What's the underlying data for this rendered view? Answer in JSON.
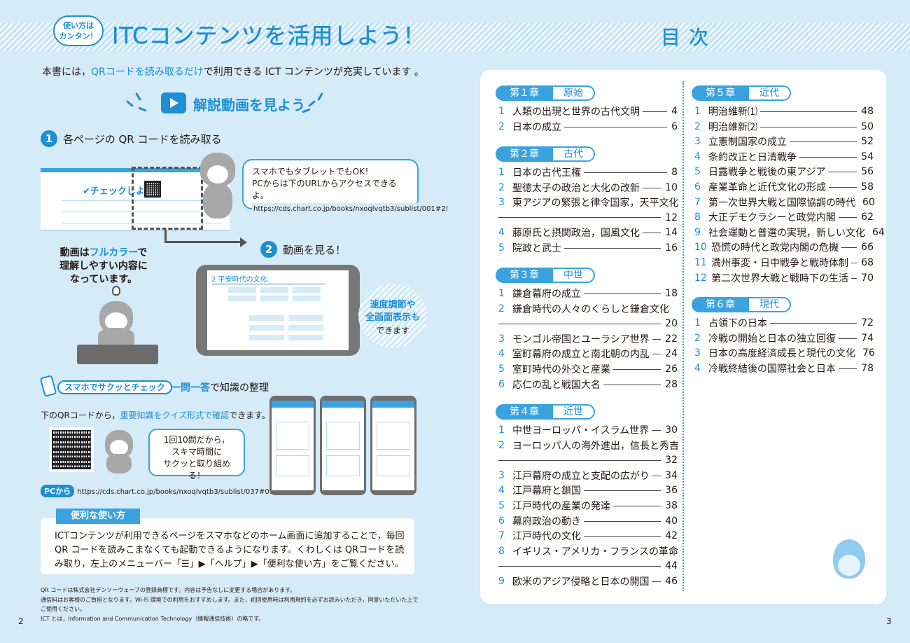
{
  "left": {
    "badge": "使い方は\nカンタン！",
    "title": "ITCコンテンツを活用しよう！",
    "intro_pre": "本書には，",
    "intro_hl": "QRコードを読み取るだけ",
    "intro_post": "で利用できる ICT コンテンツが充実しています 。",
    "video_title": "解説動画を見よう",
    "step1_num": "1",
    "step1_label": "各ページの QR コードを読み取る",
    "check_label": "✔チェックしよう!",
    "speech_line1": "スマホでもタブレットでもOK！",
    "speech_line2": "PCからは下のURLからアクセスできるよ。",
    "speech_url": "https://cds.chart.co.jp/books/nxoqlvqtb3/sublist/001#2!",
    "step2_num": "2",
    "step2_label": "動画を見る！",
    "fullcolor_1": "動画は",
    "fullcolor_hl": "フルカラー",
    "fullcolor_2": "で",
    "fullcolor_3": "理解しやすい内容に",
    "fullcolor_4": "なっています。",
    "tablet_title": "2 平安時代の文化",
    "speed_1": "速度調節や",
    "speed_2": "全画面表示も",
    "speed_3": "できます",
    "smart_pill": "スマホでサクッとチェック",
    "smart_bold": "一問一答",
    "smart_rest": "で知識の整理",
    "quiz_pre": "下のQRコードから，",
    "quiz_hl": "重要知識をクイズ形式で確認",
    "quiz_post": "できます。",
    "speech2_1": "1回10問だから，",
    "speech2_2": "スキマ時間に",
    "speech2_3": "サクッと取り組める！",
    "pc_tag": "PCから",
    "pc_url": "https://cds.chart.co.jp/books/nxoqlvqtb3/sublist/037#038",
    "usage_tag": "便利な使い方",
    "usage_text": "ICTコンテンツが利用できるページをスマホなどのホーム画面に追加することで，毎回 QR コードを読みこまなくても起動できるようになります。くわしくは QRコードを読み取り，左上のメニューバー「☰」▶「ヘルプ」▶「便利な使い方」をご覧ください。",
    "foot_1": "QR コードは株式会社デンソーウェーブの登録商標です。内容は予告なしに変更する場合があります。",
    "foot_2": "通信料はお客様のご負担となります。Wi-Fi 環境での利用をおすすめします。また，初回使用時は利用規約を必ずお読みいただき，同意いただいた上でご使用ください。",
    "foot_3": "ICT とは，Information and Communication Technology（情報通信技術）の略です。",
    "page_num": "2"
  },
  "right": {
    "title": "目次",
    "page_num": "3",
    "chapters": [
      {
        "num": "第１章",
        "name": "原始",
        "items": [
          {
            "n": "1",
            "t": "人類の出現と世界の古代文明",
            "p": "4"
          },
          {
            "n": "2",
            "t": "日本の成立",
            "p": "6"
          }
        ]
      },
      {
        "num": "第２章",
        "name": "古代",
        "items": [
          {
            "n": "1",
            "t": "日本の古代王権",
            "p": "8"
          },
          {
            "n": "2",
            "t": "聖徳太子の政治と大化の改新",
            "p": "10"
          },
          {
            "n": "3",
            "t": "東アジアの緊張と律令国家，天平文化",
            "p": "12"
          },
          {
            "n": "4",
            "t": "藤原氏と摂関政治，国風文化",
            "p": "14"
          },
          {
            "n": "5",
            "t": "院政と武士",
            "p": "16"
          }
        ]
      },
      {
        "num": "第３章",
        "name": "中世",
        "items": [
          {
            "n": "1",
            "t": "鎌倉幕府の成立",
            "p": "18"
          },
          {
            "n": "2",
            "t": "鎌倉時代の人々のくらしと鎌倉文化",
            "p": "20"
          },
          {
            "n": "3",
            "t": "モンゴル帝国とユーラシア世界",
            "p": "22"
          },
          {
            "n": "4",
            "t": "室町幕府の成立と南北朝の内乱",
            "p": "24"
          },
          {
            "n": "5",
            "t": "室町時代の外交と産業",
            "p": "26"
          },
          {
            "n": "6",
            "t": "応仁の乱と戦国大名",
            "p": "28"
          }
        ]
      },
      {
        "num": "第４章",
        "name": "近世",
        "items": [
          {
            "n": "1",
            "t": "中世ヨーロッパ・イスラム世界",
            "p": "30"
          },
          {
            "n": "2",
            "t": "ヨーロッパ人の海外進出，信長と秀吉",
            "p": "32"
          },
          {
            "n": "3",
            "t": "江戸幕府の成立と支配の広がり",
            "p": "34"
          },
          {
            "n": "4",
            "t": "江戸幕府と鎖国",
            "p": "36"
          },
          {
            "n": "5",
            "t": "江戸時代の産業の発達",
            "p": "38"
          },
          {
            "n": "6",
            "t": "幕府政治の動き",
            "p": "40"
          },
          {
            "n": "7",
            "t": "江戸時代の文化",
            "p": "42"
          },
          {
            "n": "8",
            "t": "イギリス・アメリカ・フランスの革命",
            "p": "44"
          },
          {
            "n": "9",
            "t": "欧米のアジア侵略と日本の開国",
            "p": "46"
          }
        ]
      },
      {
        "num": "第５章",
        "name": "近代",
        "items": [
          {
            "n": "1",
            "t": "明治維新⑴",
            "p": "48"
          },
          {
            "n": "2",
            "t": "明治維新⑵",
            "p": "50"
          },
          {
            "n": "3",
            "t": "立憲制国家の成立",
            "p": "52"
          },
          {
            "n": "4",
            "t": "条約改正と日清戦争",
            "p": "54"
          },
          {
            "n": "5",
            "t": "日露戦争と戦後の東アジア",
            "p": "56"
          },
          {
            "n": "6",
            "t": "産業革命と近代文化の形成",
            "p": "58"
          },
          {
            "n": "7",
            "t": "第一次世界大戦と国際協調の時代",
            "p": "60"
          },
          {
            "n": "8",
            "t": "大正デモクラシーと政党内閣",
            "p": "62"
          },
          {
            "n": "9",
            "t": "社会運動と普選の実現，新しい文化",
            "p": "64"
          },
          {
            "n": "10",
            "t": "恐慌の時代と政党内閣の危機",
            "p": "66"
          },
          {
            "n": "11",
            "t": "満州事変・日中戦争と戦時体制",
            "p": "68"
          },
          {
            "n": "12",
            "t": "第二次世界大戦と戦時下の生活",
            "p": "70"
          }
        ]
      },
      {
        "num": "第６章",
        "name": "現代",
        "items": [
          {
            "n": "1",
            "t": "占領下の日本",
            "p": "72"
          },
          {
            "n": "2",
            "t": "冷戦の開始と日本の独立回復",
            "p": "74"
          },
          {
            "n": "3",
            "t": "日本の高度経済成長と現代の文化",
            "p": "76"
          },
          {
            "n": "4",
            "t": "冷戦終結後の国際社会と日本",
            "p": "78"
          }
        ]
      }
    ]
  },
  "colors": {
    "accent": "#1d8fd4",
    "light": "#d5ebf7"
  }
}
